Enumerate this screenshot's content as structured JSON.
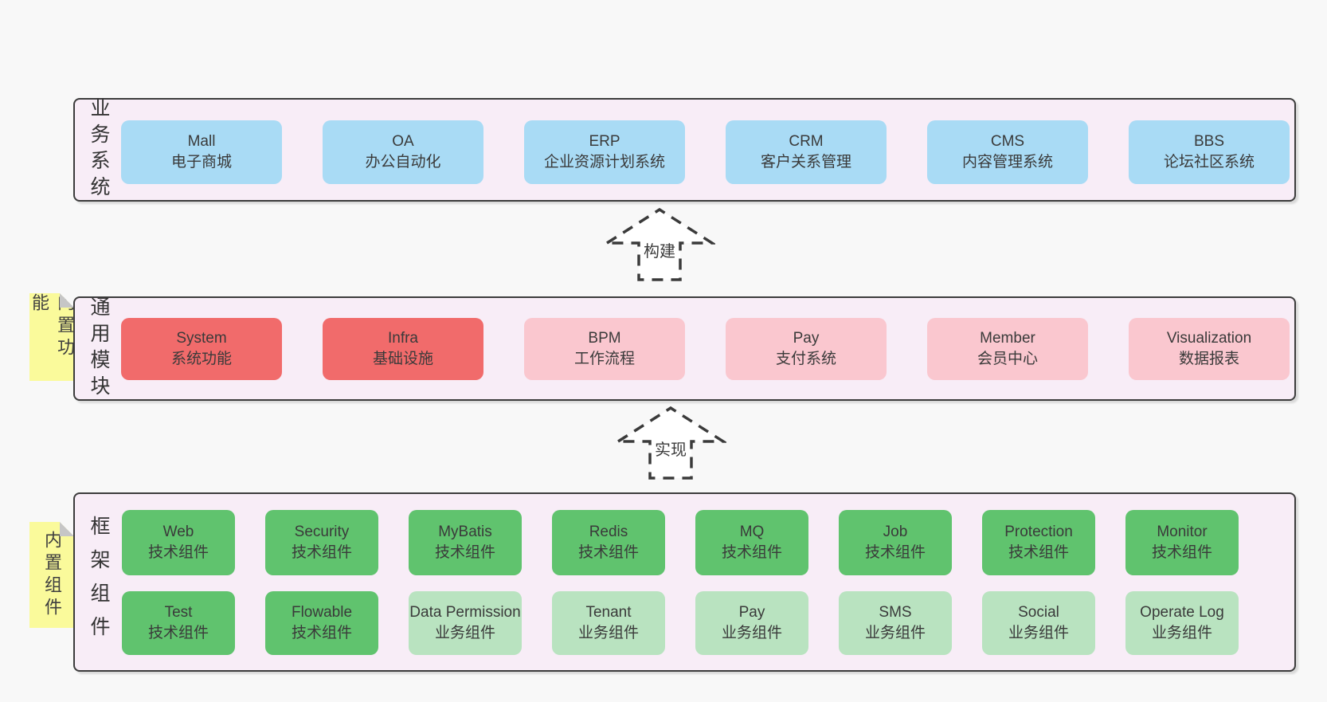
{
  "palette": {
    "blue": "#a9dbf5",
    "red": "#f16b6b",
    "pink": "#fac7cf",
    "green": "#60c36e",
    "green_light": "#b9e3c0",
    "band_bg": "#f8edf7",
    "band_border": "#3c3c3c",
    "sticky_bg": "#fafa9b",
    "sticky_fold": "#c6c6c6",
    "page_bg": "#f8f8f8",
    "text": "#3a3a3a"
  },
  "layers": [
    {
      "label": "业务系统",
      "boxes": [
        {
          "name": "Mall",
          "subtitle": "电子商城",
          "variant": "blue"
        },
        {
          "name": "OA",
          "subtitle": "办公自动化",
          "variant": "blue"
        },
        {
          "name": "ERP",
          "subtitle": "企业资源计划系统",
          "variant": "blue"
        },
        {
          "name": "CRM",
          "subtitle": "客户关系管理",
          "variant": "blue"
        },
        {
          "name": "CMS",
          "subtitle": "内容管理系统",
          "variant": "blue"
        },
        {
          "name": "BBS",
          "subtitle": "论坛社区系统",
          "variant": "blue"
        }
      ]
    },
    {
      "label": "通用模块",
      "sticky": "内置功能",
      "boxes": [
        {
          "name": "System",
          "subtitle": "系统功能",
          "variant": "red"
        },
        {
          "name": "Infra",
          "subtitle": "基础设施",
          "variant": "red"
        },
        {
          "name": "BPM",
          "subtitle": "工作流程",
          "variant": "pink"
        },
        {
          "name": "Pay",
          "subtitle": "支付系统",
          "variant": "pink"
        },
        {
          "name": "Member",
          "subtitle": "会员中心",
          "variant": "pink"
        },
        {
          "name": "Visualization",
          "subtitle": "数据报表",
          "variant": "pink"
        }
      ]
    },
    {
      "label": "框架组件",
      "sticky": "内置组件",
      "rows": [
        [
          {
            "name": "Web",
            "subtitle": "技术组件",
            "variant": "green"
          },
          {
            "name": "Security",
            "subtitle": "技术组件",
            "variant": "green"
          },
          {
            "name": "MyBatis",
            "subtitle": "技术组件",
            "variant": "green"
          },
          {
            "name": "Redis",
            "subtitle": "技术组件",
            "variant": "green"
          },
          {
            "name": "MQ",
            "subtitle": "技术组件",
            "variant": "green"
          },
          {
            "name": "Job",
            "subtitle": "技术组件",
            "variant": "green"
          },
          {
            "name": "Protection",
            "subtitle": "技术组件",
            "variant": "green"
          },
          {
            "name": "Monitor",
            "subtitle": "技术组件",
            "variant": "green"
          }
        ],
        [
          {
            "name": "Test",
            "subtitle": "技术组件",
            "variant": "green"
          },
          {
            "name": "Flowable",
            "subtitle": "技术组件",
            "variant": "green"
          },
          {
            "name": "Data Permission",
            "subtitle": "业务组件",
            "variant": "green_light"
          },
          {
            "name": "Tenant",
            "subtitle": "业务组件",
            "variant": "green_light"
          },
          {
            "name": "Pay",
            "subtitle": "业务组件",
            "variant": "green_light"
          },
          {
            "name": "SMS",
            "subtitle": "业务组件",
            "variant": "green_light"
          },
          {
            "name": "Social",
            "subtitle": "业务组件",
            "variant": "green_light"
          },
          {
            "name": "Operate Log",
            "subtitle": "业务组件",
            "variant": "green_light"
          }
        ]
      ]
    }
  ],
  "arrows": [
    {
      "label": "构建"
    },
    {
      "label": "实现"
    }
  ]
}
